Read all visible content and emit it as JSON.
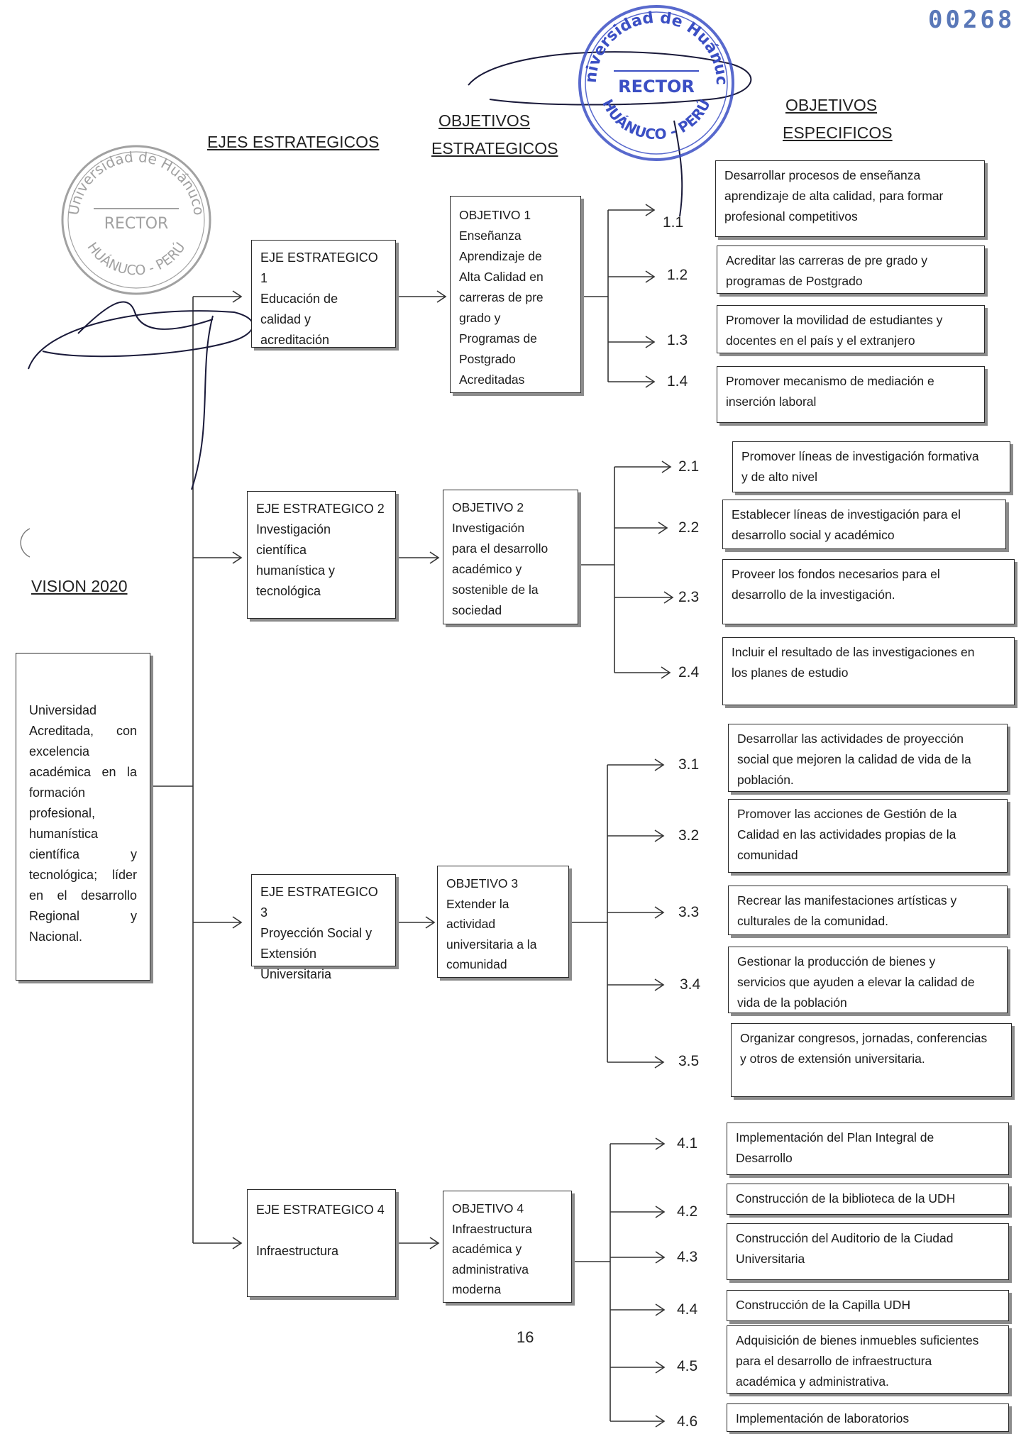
{
  "doc_number": "00268",
  "page_number": "16",
  "headers": {
    "ejes": "EJES ESTRATEGICOS",
    "objetivos_estrategicos": [
      "OBJETIVOS",
      "ESTRATEGICOS"
    ],
    "objetivos_especificos": [
      "OBJETIVOS",
      "ESPECIFICOS"
    ]
  },
  "vision": {
    "title": "VISION 2020",
    "text": "Universidad Acreditada, con excelencia académica en la formación profesional, humanística científica y tecnológica; líder en el desarrollo Regional y Nacional."
  },
  "stamps": {
    "university": "Universidad de Huánuco",
    "role": "RECTOR",
    "place": "HUÁNUCO - PERÚ"
  },
  "ejes": [
    {
      "lines": [
        "EJE ESTRATEGICO 1",
        "Educación de",
        "calidad y",
        "acreditación"
      ]
    },
    {
      "lines": [
        "EJE ESTRATEGICO 2",
        "Investigación",
        "científica",
        "humanística y",
        "tecnológica"
      ]
    },
    {
      "lines": [
        "EJE ESTRATEGICO 3",
        "Proyección Social y",
        "Extensión",
        "Universitaria"
      ]
    },
    {
      "lines": [
        "EJE ESTRATEGICO 4",
        "",
        "Infraestructura"
      ]
    }
  ],
  "objetivos": [
    {
      "lines": [
        "OBJETIVO 1",
        "Enseñanza",
        "Aprendizaje de",
        "Alta Calidad en",
        "carreras de pre",
        "grado y",
        "Programas de",
        "Postgrado",
        "Acreditadas"
      ]
    },
    {
      "lines": [
        "OBJETIVO 2",
        "Investigación",
        "para el desarrollo",
        "académico y",
        "sostenible de la",
        "sociedad"
      ]
    },
    {
      "lines": [
        "OBJETIVO 3",
        "Extender la",
        "actividad",
        "universitaria a la",
        "comunidad"
      ]
    },
    {
      "lines": [
        "OBJETIVO 4",
        "Infraestructura",
        "académica y",
        "administrativa",
        "moderna"
      ]
    }
  ],
  "especificos": [
    {
      "num": "1.1",
      "lines": [
        "Desarrollar procesos de enseñanza",
        "aprendizaje de alta calidad, para formar",
        "profesional competitivos"
      ]
    },
    {
      "num": "1.2",
      "lines": [
        "Acreditar las carreras de pre grado y",
        "programas de Postgrado"
      ]
    },
    {
      "num": "1.3",
      "lines": [
        "Promover la movilidad de estudiantes y",
        "docentes en el país y el extranjero"
      ]
    },
    {
      "num": "1.4",
      "lines": [
        "Promover mecanismo de mediación e",
        "inserción laboral"
      ]
    },
    {
      "num": "2.1",
      "lines": [
        "Promover líneas de investigación formativa",
        "y de alto nivel"
      ]
    },
    {
      "num": "2.2",
      "lines": [
        "Establecer líneas de investigación para el",
        "desarrollo social y académico"
      ]
    },
    {
      "num": "2.3",
      "lines": [
        "Proveer los fondos necesarios para el",
        "desarrollo de la investigación."
      ]
    },
    {
      "num": "2.4",
      "lines": [
        "Incluir el resultado de las investigaciones en",
        "los planes de estudio"
      ]
    },
    {
      "num": "3.1",
      "lines": [
        "Desarrollar las actividades de proyección",
        "social que mejoren la calidad de vida de la",
        "población."
      ]
    },
    {
      "num": "3.2",
      "lines": [
        "Promover las acciones de Gestión de la",
        "Calidad en las actividades propias de la",
        "comunidad"
      ]
    },
    {
      "num": "3.3",
      "lines": [
        "Recrear las manifestaciones artísticas y",
        "culturales de la comunidad."
      ]
    },
    {
      "num": "3.4",
      "lines": [
        "Gestionar la producción de bienes y",
        "servicios que ayuden a elevar la calidad de",
        "vida de la población"
      ]
    },
    {
      "num": "3.5",
      "lines": [
        "Organizar congresos, jornadas, conferencias",
        "y otros de extensión universitaria."
      ]
    },
    {
      "num": "4.1",
      "lines": [
        "Implementación del Plan Integral de",
        "Desarrollo"
      ]
    },
    {
      "num": "4.2",
      "lines": [
        "Construcción de la biblioteca de la UDH"
      ]
    },
    {
      "num": "4.3",
      "lines": [
        "Construcción del Auditorio de la Ciudad",
        "Universitaria"
      ]
    },
    {
      "num": "4.4",
      "lines": [
        "Construcción de la Capilla UDH"
      ]
    },
    {
      "num": "4.5",
      "lines": [
        "Adquisición de bienes inmuebles suficientes",
        "para el desarrollo de infraestructura",
        "académica y administrativa."
      ]
    },
    {
      "num": "4.6",
      "lines": [
        "Implementación de laboratorios"
      ]
    }
  ]
}
